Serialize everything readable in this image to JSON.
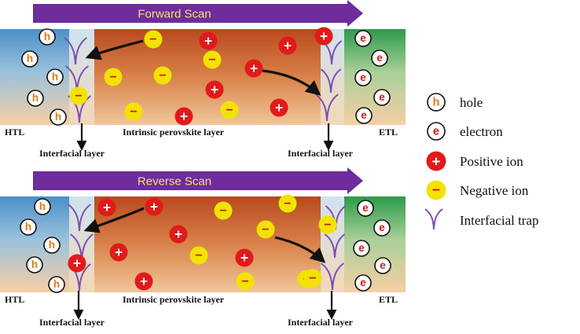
{
  "colors": {
    "arrow": "#6e2c9c",
    "arrow_text": "#f2e17a",
    "htl_top": "#4a90c8",
    "etl_top": "#2e9a4a",
    "perovskite_top": "#b84a1e",
    "perovskite_bottom": "#f0c79a",
    "hole": "#e07a10",
    "electron": "#cc1a1a",
    "positive_ion": "#e11a1a",
    "negative_ion": "#f2e200",
    "trap": "#7a4fb5"
  },
  "panels": [
    {
      "id": "forward",
      "scan_label": "Forward Scan",
      "htl_label": "HTL",
      "etl_label": "ETL",
      "perovskite_label": "Intrinsic perovskite layer",
      "interfacial_left": "Interfacial layer",
      "interfacial_right": "Interfacial layer"
    },
    {
      "id": "reverse",
      "scan_label": "Reverse Scan",
      "htl_label": "HTL",
      "etl_label": "ETL",
      "perovskite_label": "Intrinsic perovskite layer",
      "interfacial_left": "Interfacial layer",
      "interfacial_right": "Interfacial layer"
    }
  ],
  "symbols": {
    "hole": "h",
    "electron": "e",
    "positive": "+",
    "negative": "−"
  },
  "legend": [
    {
      "type": "hole",
      "label": "hole"
    },
    {
      "type": "electron",
      "label": "electron"
    },
    {
      "type": "positive",
      "label": "Positive ion"
    },
    {
      "type": "negative",
      "label": "Negative ion"
    },
    {
      "type": "trap",
      "label": "Interfacial trap"
    }
  ]
}
